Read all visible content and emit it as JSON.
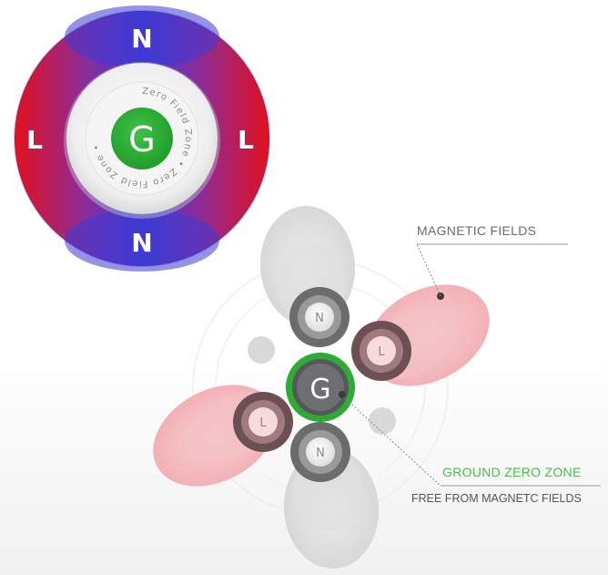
{
  "ring_diagram": {
    "top_letter": "N",
    "bottom_letter": "N",
    "left_letter": "L",
    "right_letter": "L",
    "center_letter": "G",
    "ring_text": "Zero Field Zone • Zero Field Zone • ",
    "colors": {
      "blue": "#3e3ad6",
      "red": "#e3101e",
      "green": "#2faa35",
      "purple": "#8a2d9a"
    }
  },
  "cluster_diagram": {
    "magnets": [
      {
        "label": "N",
        "position": "top"
      },
      {
        "label": "L",
        "position": "right"
      },
      {
        "label": "L",
        "position": "left"
      },
      {
        "label": "N",
        "position": "bottom"
      }
    ],
    "center_letter": "G",
    "colors": {
      "field_red": "#f3b7bc",
      "field_gray": "#dcdcdc",
      "center_green": "#2faa35"
    }
  },
  "labels": {
    "magnetic_fields": "MAGNETIC FIELDS",
    "ground_zero_zone": "GROUND ZERO ZONE",
    "free_from": "FREE FROM MAGNETC FIELDS"
  }
}
